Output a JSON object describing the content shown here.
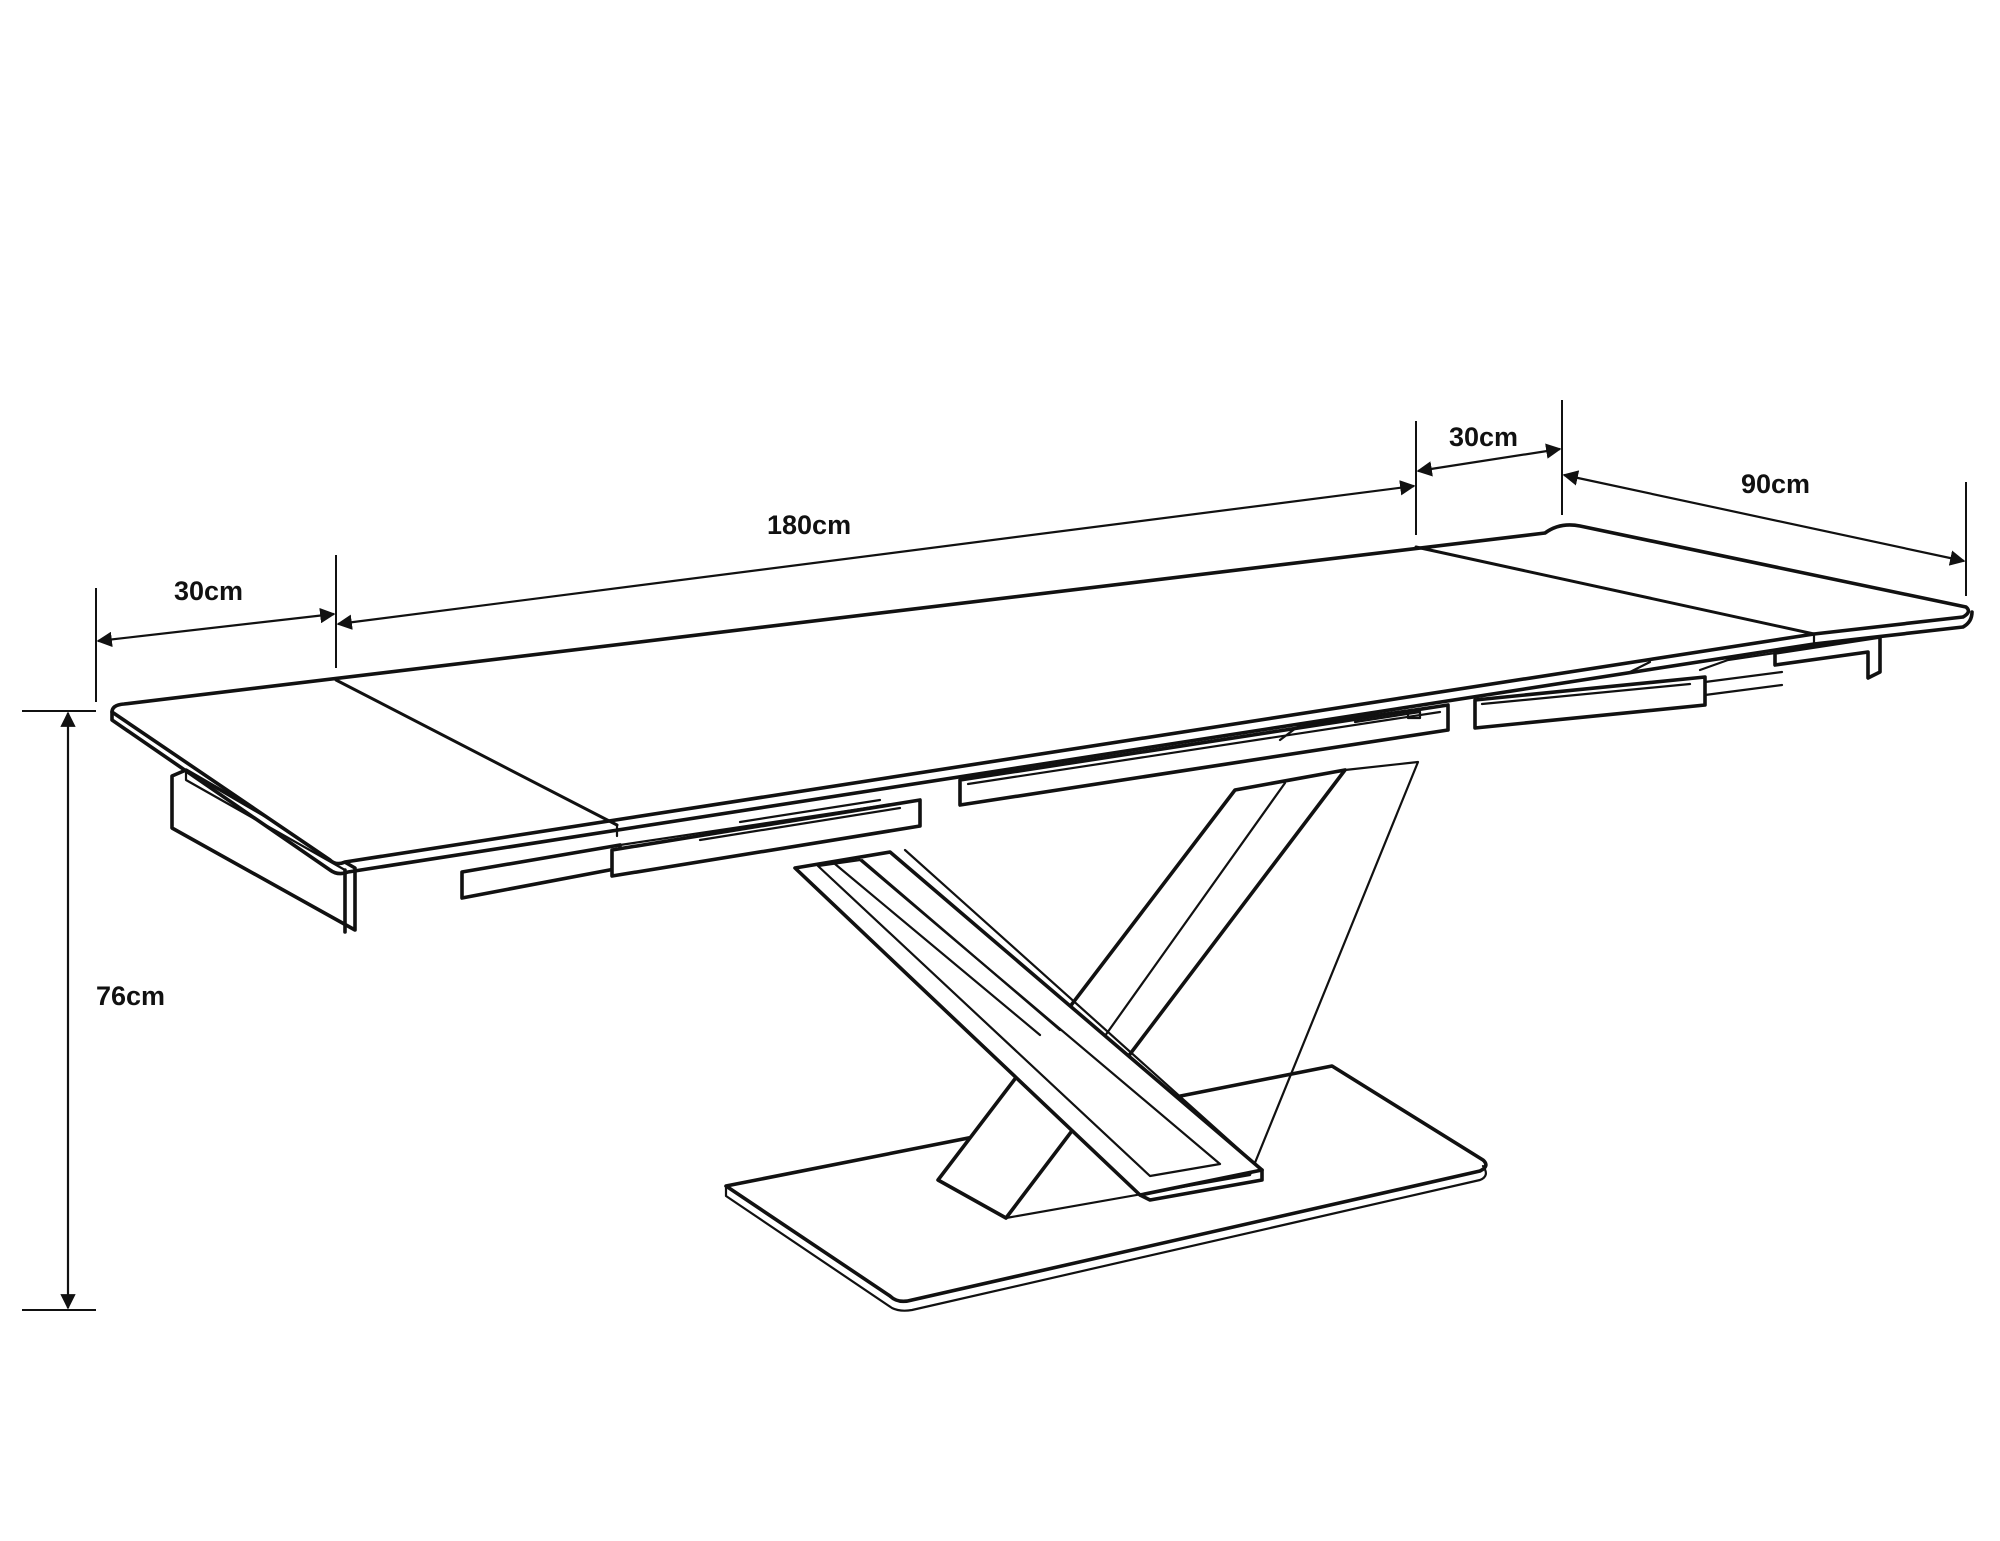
{
  "dimensions": {
    "left_extension": "30cm",
    "main_length": "180cm",
    "right_extension": "30cm",
    "depth": "90cm",
    "height": "76cm"
  },
  "colors": {
    "line": "#111111",
    "background": "#ffffff"
  }
}
